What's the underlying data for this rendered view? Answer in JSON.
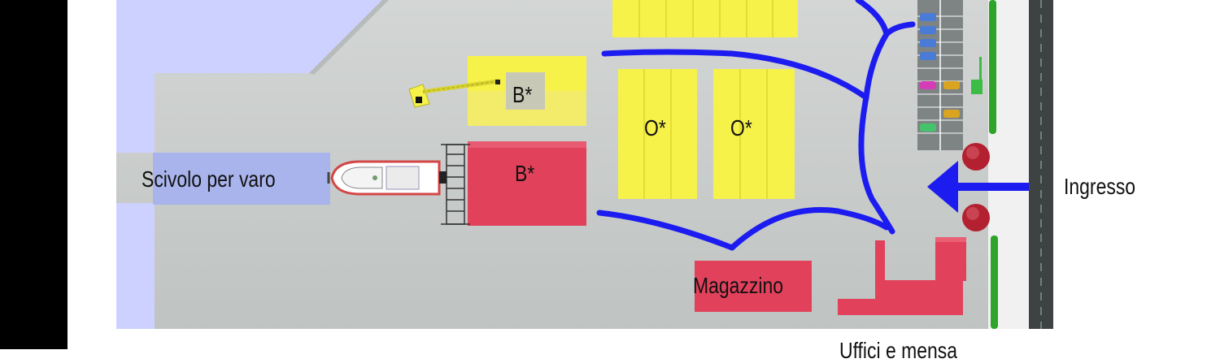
{
  "labels": {
    "scivolo": "Scivolo per varo",
    "b_top": "B*",
    "b_red": "B*",
    "o_left": "O*",
    "o_right": "O*",
    "magazzino": "Magazzino",
    "ingresso": "Ingresso",
    "uffici": "Uffici e mensa"
  },
  "colors": {
    "water": "#cdd1ff",
    "ground": "#c5c9c7",
    "yellow": "#f6f24a",
    "red": "#e2415c",
    "path": "#1d1cf0",
    "ramp": "#a9b4ec"
  },
  "icons": [
    "crane-icon",
    "ship-icon",
    "car-icon",
    "tree-icon",
    "hedge-icon",
    "road-icon",
    "arrow-icon"
  ]
}
